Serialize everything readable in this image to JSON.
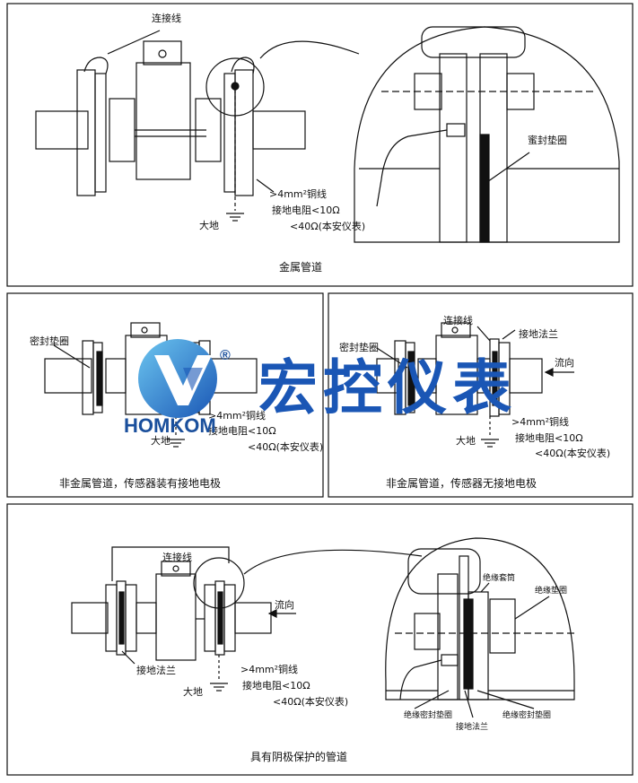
{
  "panels": {
    "top": {
      "caption": "金属管道",
      "labels": {
        "connecting_wire": "连接线",
        "seal_ring": "蜜封垫圈",
        "copper_wire": ">4mm²铜线",
        "ground_resistance": "接地电阻<10Ω",
        "resistance_note": "<40Ω(本安仪表)",
        "earth": "大地"
      }
    },
    "middle_left": {
      "caption": "非金属管道，传感器装有接地电极",
      "labels": {
        "seal_ring": "密封垫圈",
        "copper_wire": ">4mm²铜线",
        "ground_resistance": "接地电阻<10Ω",
        "resistance_note": "<40Ω(本安仪表)",
        "earth": "大地"
      }
    },
    "middle_right": {
      "caption": "非金属管道，传感器无接地电极",
      "labels": {
        "connecting_wire": "连接线",
        "ground_flange": "接地法兰",
        "seal_ring": "密封垫圈",
        "flow_direction": "流向",
        "copper_wire": ">4mm²铜线",
        "ground_resistance": "接地电阻<10Ω",
        "resistance_note": "<40Ω(本安仪表)",
        "earth": "大地"
      }
    },
    "bottom": {
      "caption": "具有阴极保护的管道",
      "labels": {
        "connecting_wire": "连接线",
        "flow_direction": "流向",
        "ground_flange": "接地法兰",
        "copper_wire": ">4mm²铜线",
        "ground_resistance": "接地电阻<10Ω",
        "resistance_note": "<40Ω(本安仪表)",
        "earth": "大地",
        "insulating_sleeve": "绝缘套筒",
        "insulating_gasket": "绝缘垫圈",
        "insulating_seal_left": "绝缘密封垫圈",
        "insulating_seal_right": "绝缘密封垫圈",
        "ground_flange_detail": "接地法兰"
      }
    }
  },
  "watermark": {
    "brand_en": "HOMKOM",
    "brand_cn": "宏控仪表",
    "registered": "®"
  },
  "colors": {
    "ink": "#111111",
    "brand_blue": "#1a56b5",
    "brand_cyan": "#3fa9e0"
  }
}
